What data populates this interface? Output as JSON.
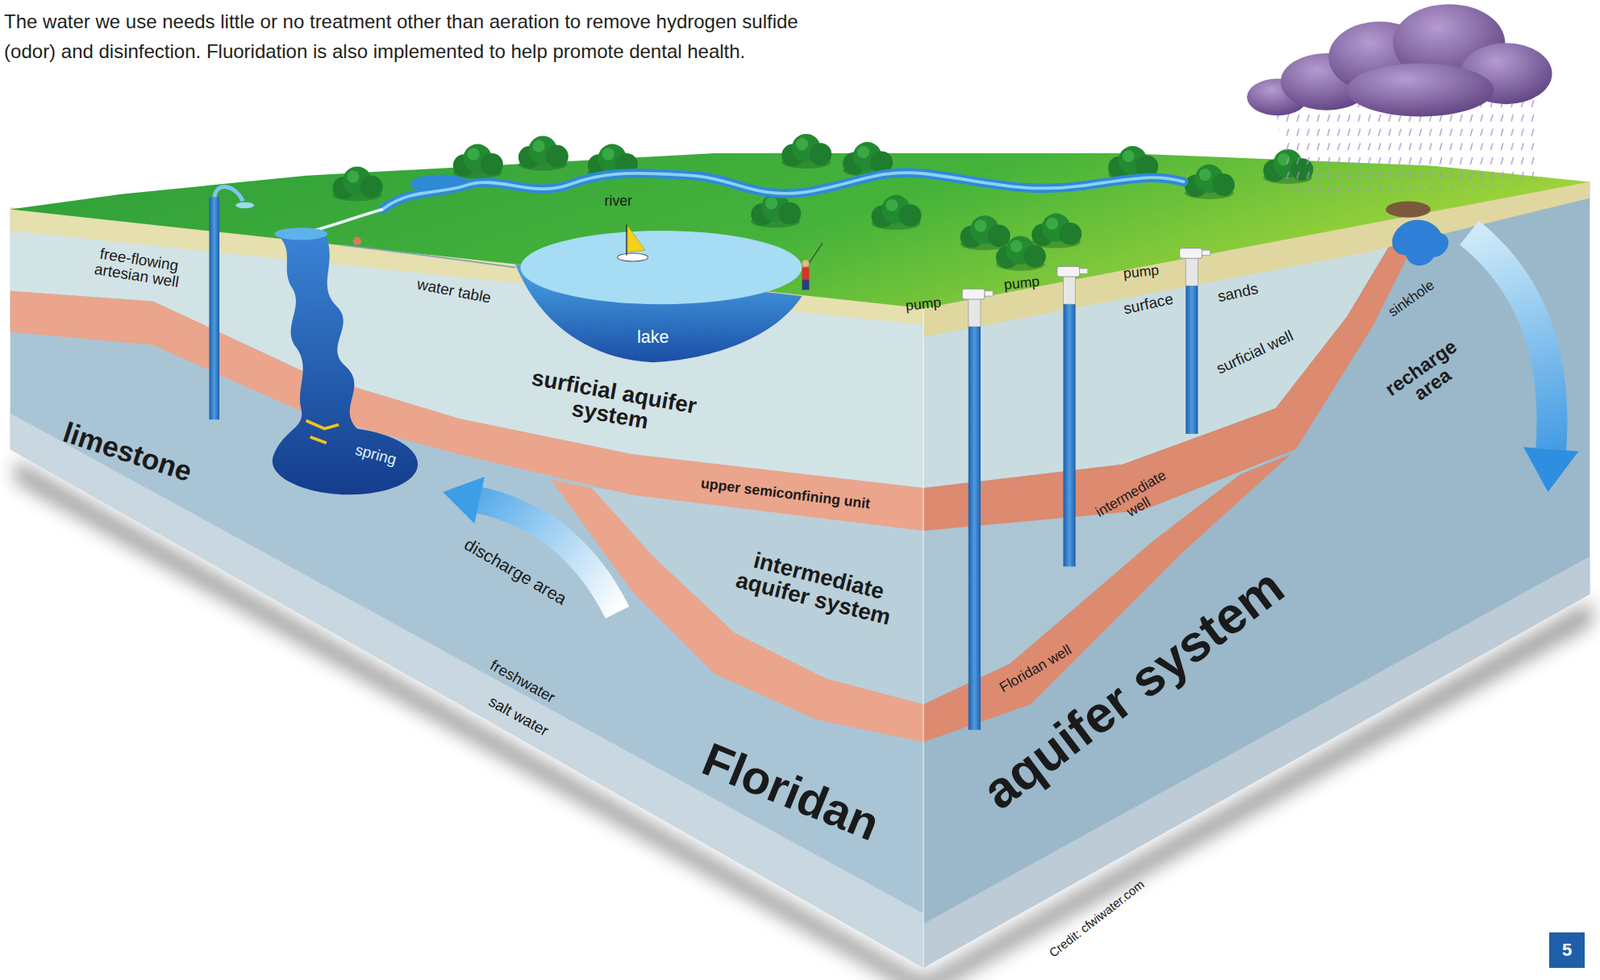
{
  "diagram": {
    "nodes": [
      {
        "text": [
          "5"
        ]
      }
    ],
    "labels": [
      "The water we use needs little or no treatment other than aeration to remove hydrogen sulfide (odor) and disinfection. Fluoridation is also implemented to help promote dental health.",
      "free-flowing artesian well",
      "river",
      "water table",
      "lake",
      "surficial aquifer system",
      "limestone",
      "spring",
      "pump",
      "pump",
      "pump",
      "surface",
      "sands",
      "surficial well",
      "sinkhole",
      "recharge area",
      "upper semiconfining unit",
      "intermediate well",
      "intermediate aquifer system",
      "discharge area",
      "freshwater",
      "salt water",
      "Floridan well",
      "Floridan",
      "aquifer system",
      "Credit: cfwiwater.com"
    ]
  }
}
